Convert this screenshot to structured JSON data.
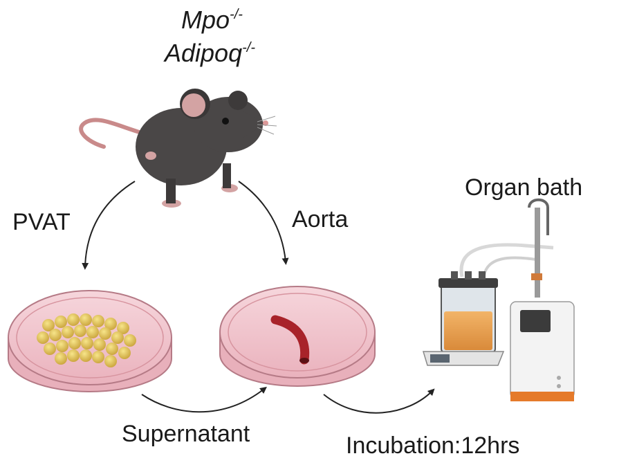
{
  "genotype": {
    "gene1": "Mpo",
    "gene1_sup": "-/-",
    "gene2": "Adipoq",
    "gene2_sup": "-/-"
  },
  "labels": {
    "pvat": "PVAT",
    "aorta": "Aorta",
    "supernatant": "Supernatant",
    "organ_bath": "Organ bath",
    "incubation": "Incubation:12hrs"
  }
}
